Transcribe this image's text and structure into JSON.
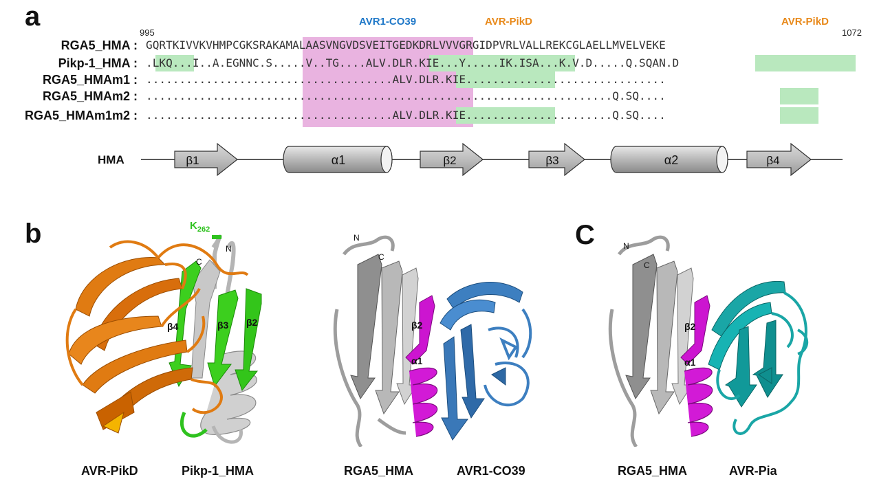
{
  "panels": {
    "a": "a",
    "b": "b",
    "c": "C"
  },
  "alignment": {
    "start_pos": "995",
    "end_pos": "1072",
    "regions": [
      {
        "name": "AVR1-CO39",
        "color": "#1f78c8"
      },
      {
        "name": "AVR-PikD",
        "color": "#e8891a"
      },
      {
        "name": "AVR-PikD",
        "color": "#e8891a"
      }
    ],
    "rows": [
      {
        "label": "RGA5_HMA :",
        "seq": "GQRTKIVVKVHMPCGKSRAKAMALAASVNGVDSVEITGEDKDRLVVVGRGIDPVRLVALLREKCGLAELLMVELVEKE"
      },
      {
        "label": "Pikp-1_HMA :",
        "seq": ".LKQ...I..A.EGNNC.S.....V..TG....ALV.DLR.KIE...Y.....IK.ISA...K.V.D.....Q.SQAN.D"
      },
      {
        "label": "RGA5_HMAm1 :",
        "seq": ".....................................ALV.DLR.KIE.............................."
      },
      {
        "label": "RGA5_HMAm2 :",
        "seq": "......................................................................Q.SQ...."
      },
      {
        "label": "RGA5_HMAm1m2 :",
        "seq": ".....................................ALV.DLR.KIE......................Q.SQ...."
      }
    ]
  },
  "topology": {
    "label": "HMA",
    "elements": [
      {
        "type": "strand",
        "name": "β1"
      },
      {
        "type": "helix",
        "name": "α1"
      },
      {
        "type": "strand",
        "name": "β2"
      },
      {
        "type": "strand",
        "name": "β3"
      },
      {
        "type": "helix",
        "name": "α2"
      },
      {
        "type": "strand",
        "name": "β4"
      }
    ]
  },
  "structures": {
    "b": {
      "labels": {
        "k262": "K",
        "k262_sub": "262",
        "c": "C",
        "n": "N",
        "b4": "β4",
        "b3": "β3",
        "b2": "β2"
      },
      "captions": [
        "AVR-PikD",
        "Pikp-1_HMA"
      ]
    },
    "b2": {
      "labels": {
        "n": "N",
        "c": "C",
        "b2": "β2",
        "a1": "α1"
      },
      "captions": [
        "RGA5_HMA",
        "AVR1-CO39"
      ]
    },
    "c": {
      "labels": {
        "n": "N",
        "c": "C",
        "b2": "β2",
        "a1": "α1"
      },
      "captions": [
        "RGA5_HMA",
        "AVR-Pia"
      ]
    }
  },
  "colors": {
    "pink": "#e9b3e0",
    "green": "#b9e8be",
    "orange": "#e07b12",
    "bright_green": "#2fc21f",
    "magenta": "#d21ad6",
    "blue": "#3d7fc0",
    "teal": "#1aa6a6",
    "grey": "#a7a7a7"
  }
}
